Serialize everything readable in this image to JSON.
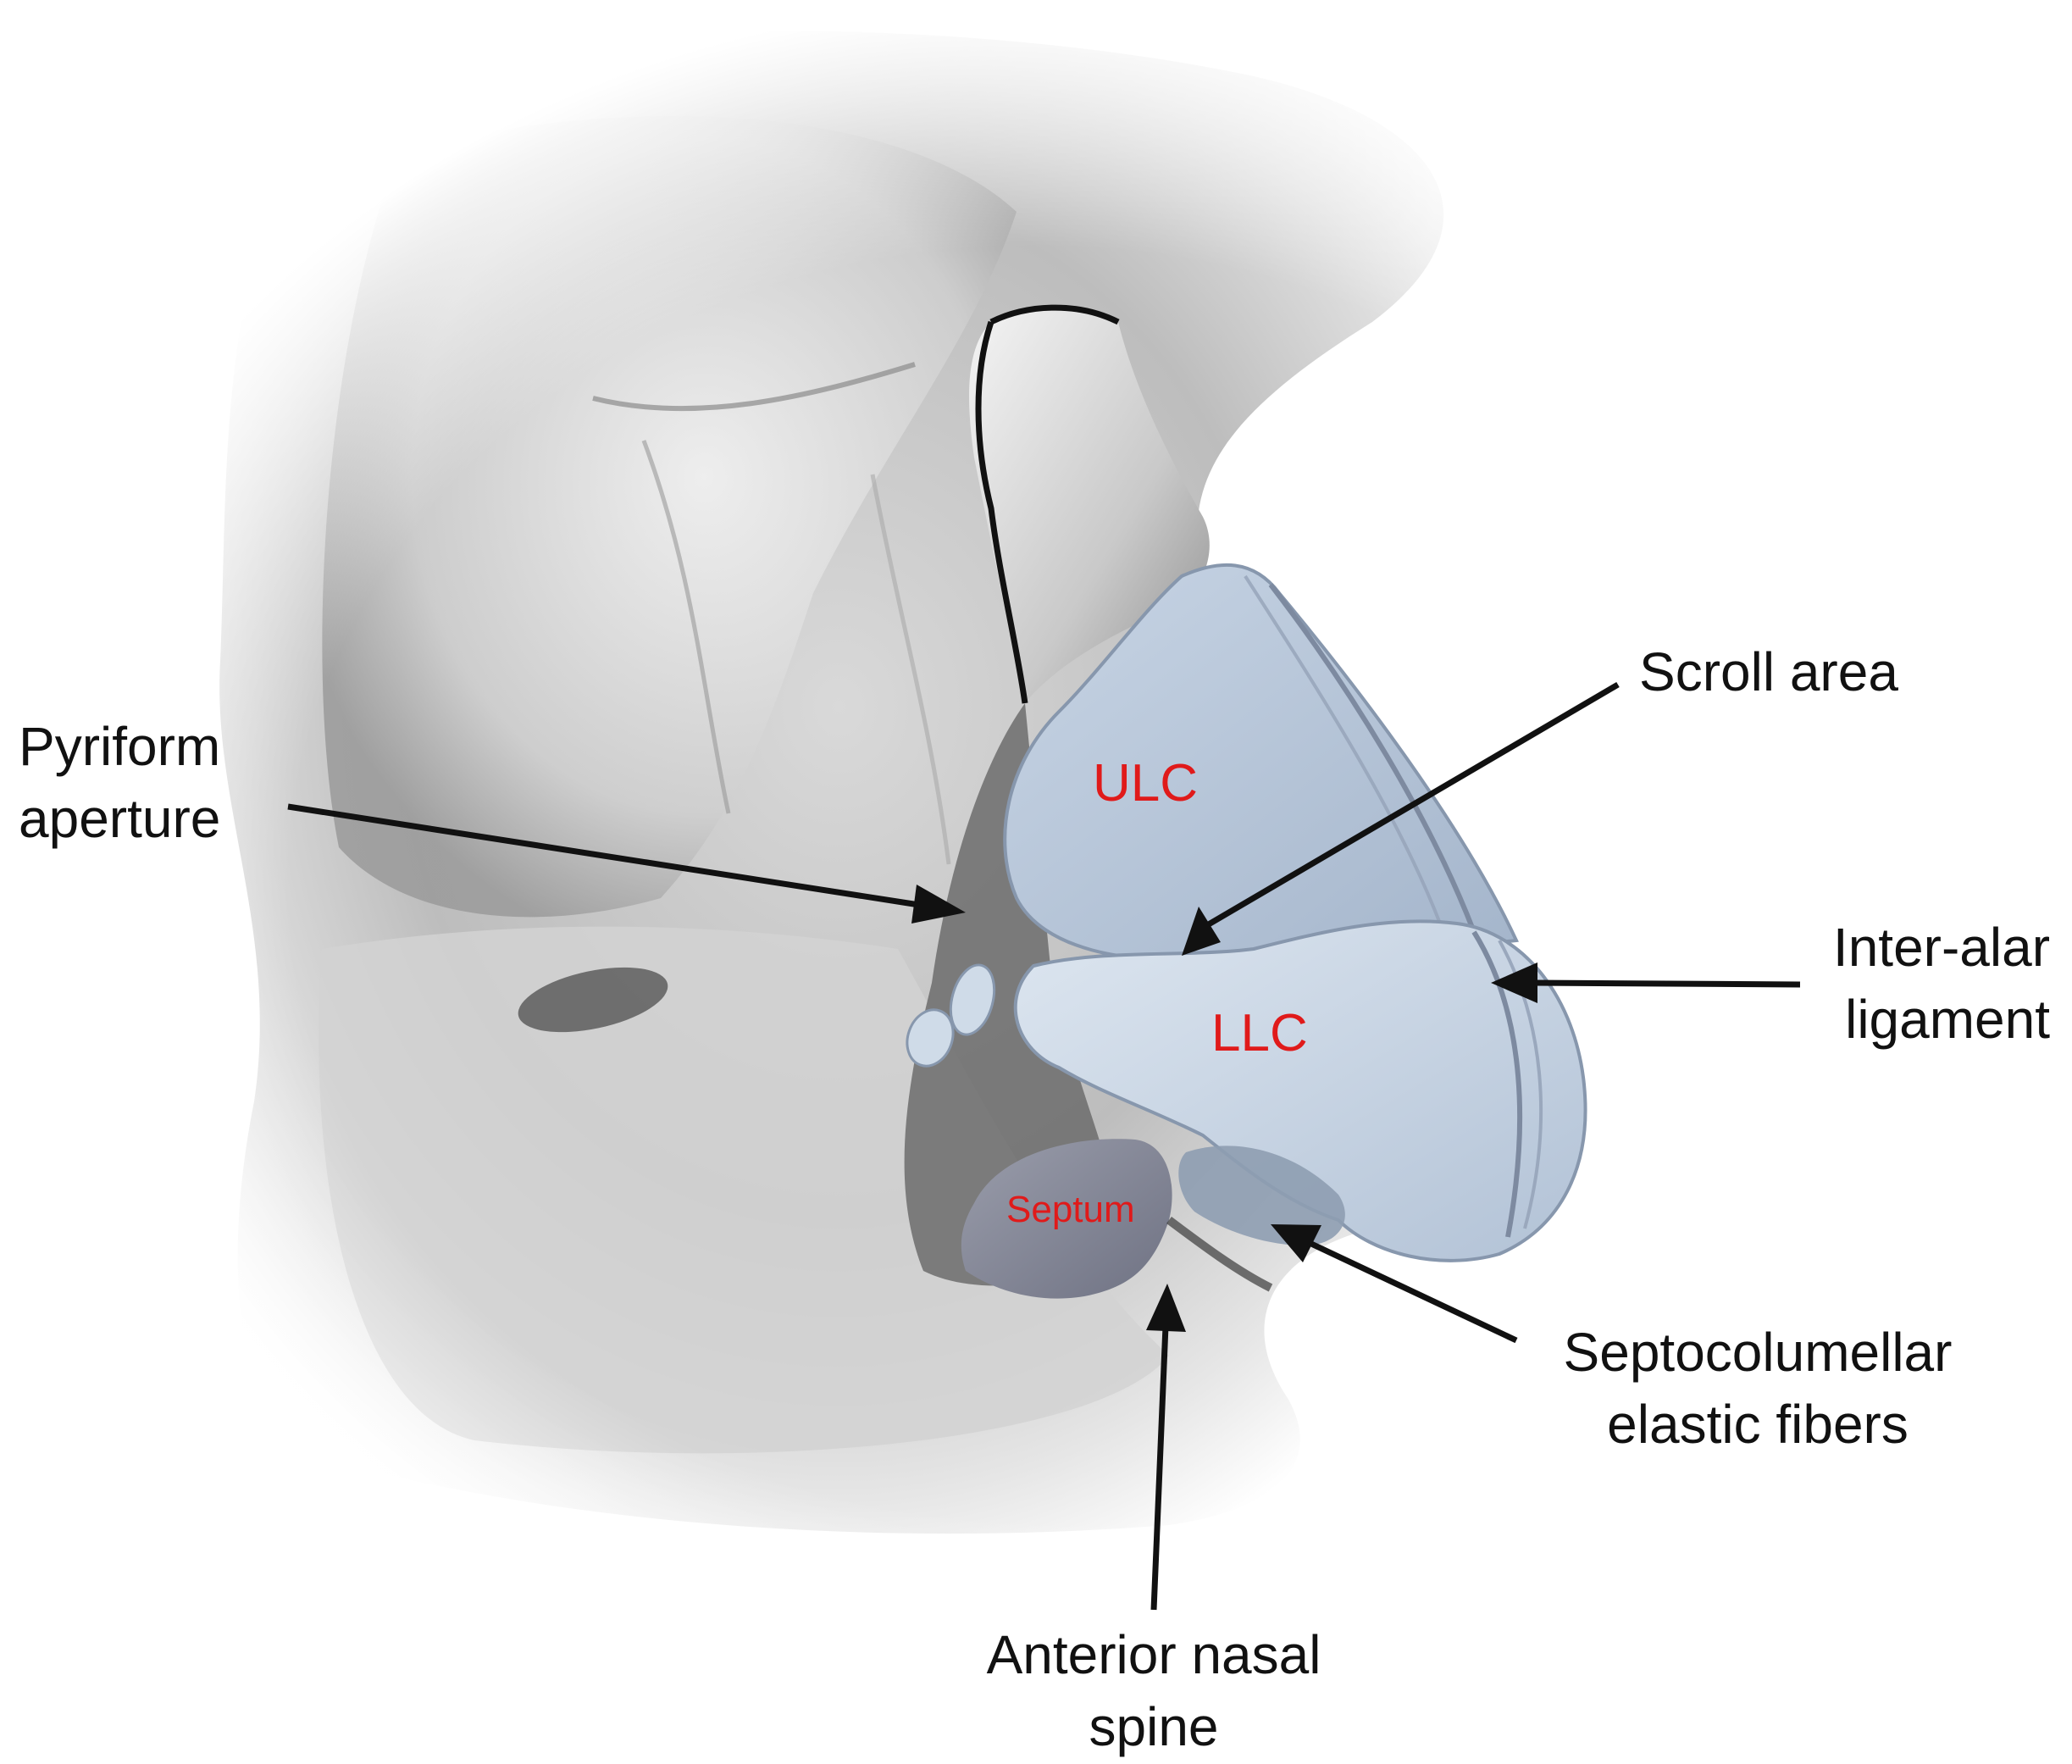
{
  "colors": {
    "label_text": "#111111",
    "region_label": "#e01a1a",
    "cartilage": "#b9c8da",
    "cartilage_light": "#d3deea",
    "cartilage_edge": "#8797ad",
    "bone_light": "#f2f2f2",
    "bone_mid": "#b4b4b4",
    "bone_dark": "#6e6e6e",
    "septum": "#8a8d9c",
    "arrow": "#111111"
  },
  "regions": {
    "ulc": "ULC",
    "llc": "LLC",
    "septum": "Septum"
  },
  "callouts": {
    "pyriform": {
      "line1": "Pyriform",
      "line2": "aperture"
    },
    "scroll": {
      "line1": "Scroll area"
    },
    "interalar": {
      "line1": "Inter-alar",
      "line2": "ligament"
    },
    "septocolumellar": {
      "line1": "Septocolumellar",
      "line2": "elastic fibers"
    },
    "ans": {
      "line1": "Anterior nasal",
      "line2": "spine"
    }
  },
  "icons": {
    "arrowhead": "arrowhead-icon"
  }
}
